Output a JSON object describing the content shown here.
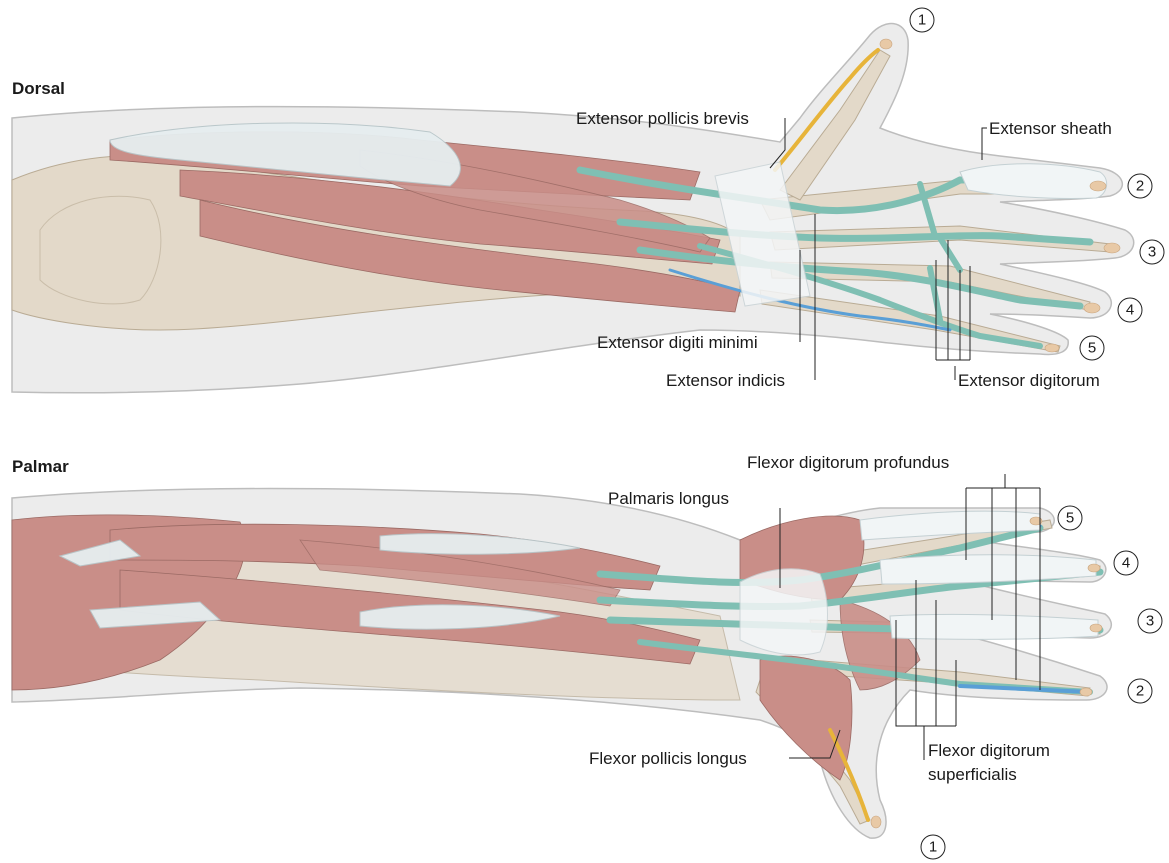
{
  "dorsal": {
    "title": "Dorsal",
    "labels": {
      "extensor_pollicis_brevis": "Extensor pollicis brevis",
      "extensor_sheath": "Extensor sheath",
      "extensor_digiti_minimi": "Extensor digiti minimi",
      "extensor_indicis": "Extensor indicis",
      "extensor_digitorum": "Extensor digitorum"
    },
    "digits": {
      "d1": "1",
      "d2": "2",
      "d3": "3",
      "d4": "4",
      "d5": "5"
    }
  },
  "palmar": {
    "title": "Palmar",
    "labels": {
      "flexor_digitorum_profundus": "Flexor digitorum profundus",
      "palmaris_longus": "Palmaris longus",
      "flexor_pollicis_longus": "Flexor pollicis longus",
      "flexor_digitorum_superficialis_line1": "Flexor digitorum",
      "flexor_digitorum_superficialis_line2": "superficialis"
    },
    "digits": {
      "d1": "1",
      "d2": "2",
      "d3": "3",
      "d4": "4",
      "d5": "5"
    }
  },
  "colors": {
    "muscle": "#c98e88",
    "tendon": "#7fbfb3",
    "deep_tendon": "#5a9fd6",
    "thumb_tendon": "#e7b43a",
    "bone": "#e3d9c9",
    "skin": "#ececec"
  }
}
